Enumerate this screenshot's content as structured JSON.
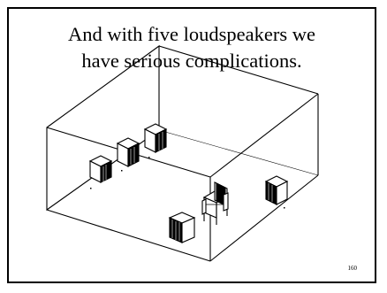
{
  "slide": {
    "title_lines": [
      "And with five loudspeakers we",
      "have serious complications."
    ],
    "page_number": "160"
  },
  "illustration": {
    "subject": "room-with-five-loudspeakers-and-listener",
    "stroke_color": "#000000",
    "fill_color": "#ffffff",
    "speaker_count": 5
  }
}
